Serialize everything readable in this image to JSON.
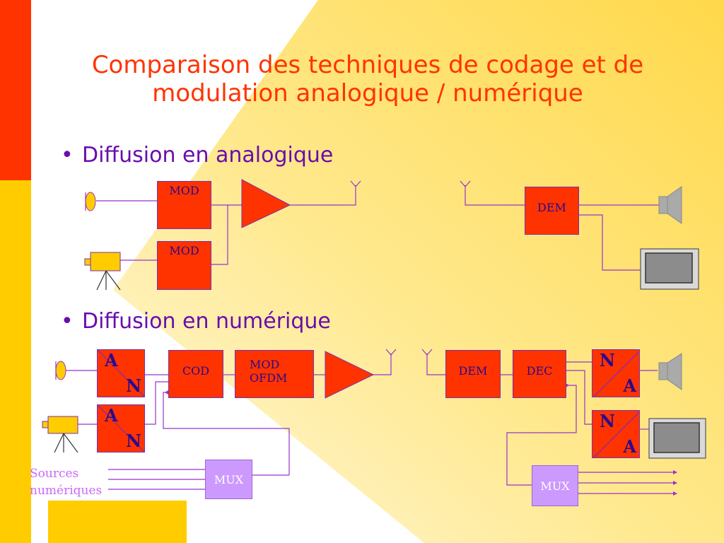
{
  "slide": {
    "title_line1": "Comparaison des techniques de codage et de",
    "title_line2": "modulation analogique / numérique",
    "bullet_analog": "Diffusion en analogique",
    "bullet_digital": "Diffusion en numérique",
    "bullet_symbol": "•"
  },
  "analog": {
    "mod_audio": "MOD",
    "mod_video": "MOD",
    "dem": "DEM"
  },
  "digital": {
    "an_top": {
      "a": "A",
      "b": "N"
    },
    "an_bottom": {
      "a": "A",
      "b": "N"
    },
    "cod": "COD",
    "mod_ofdm_line1": "MOD",
    "mod_ofdm_line2": "OFDM",
    "dem": "DEM",
    "dec": "DEC",
    "na_top": {
      "a": "N",
      "b": "A"
    },
    "na_bottom": {
      "a": "N",
      "b": "A"
    },
    "mux_tx": "MUX",
    "mux_rx": "MUX",
    "sources": "Sources\nnumériques"
  },
  "colors": {
    "accent_red": "#ff3300",
    "stripe_yellow": "#ffcc00",
    "bullet_purple": "#6a0dad",
    "wire_purple": "#9933cc",
    "mux_lilac": "#cc99ff"
  },
  "icons": [
    "microphone-icon",
    "camera-icon",
    "antenna-icon",
    "speaker-icon",
    "tv-icon",
    "amplifier-icon"
  ]
}
